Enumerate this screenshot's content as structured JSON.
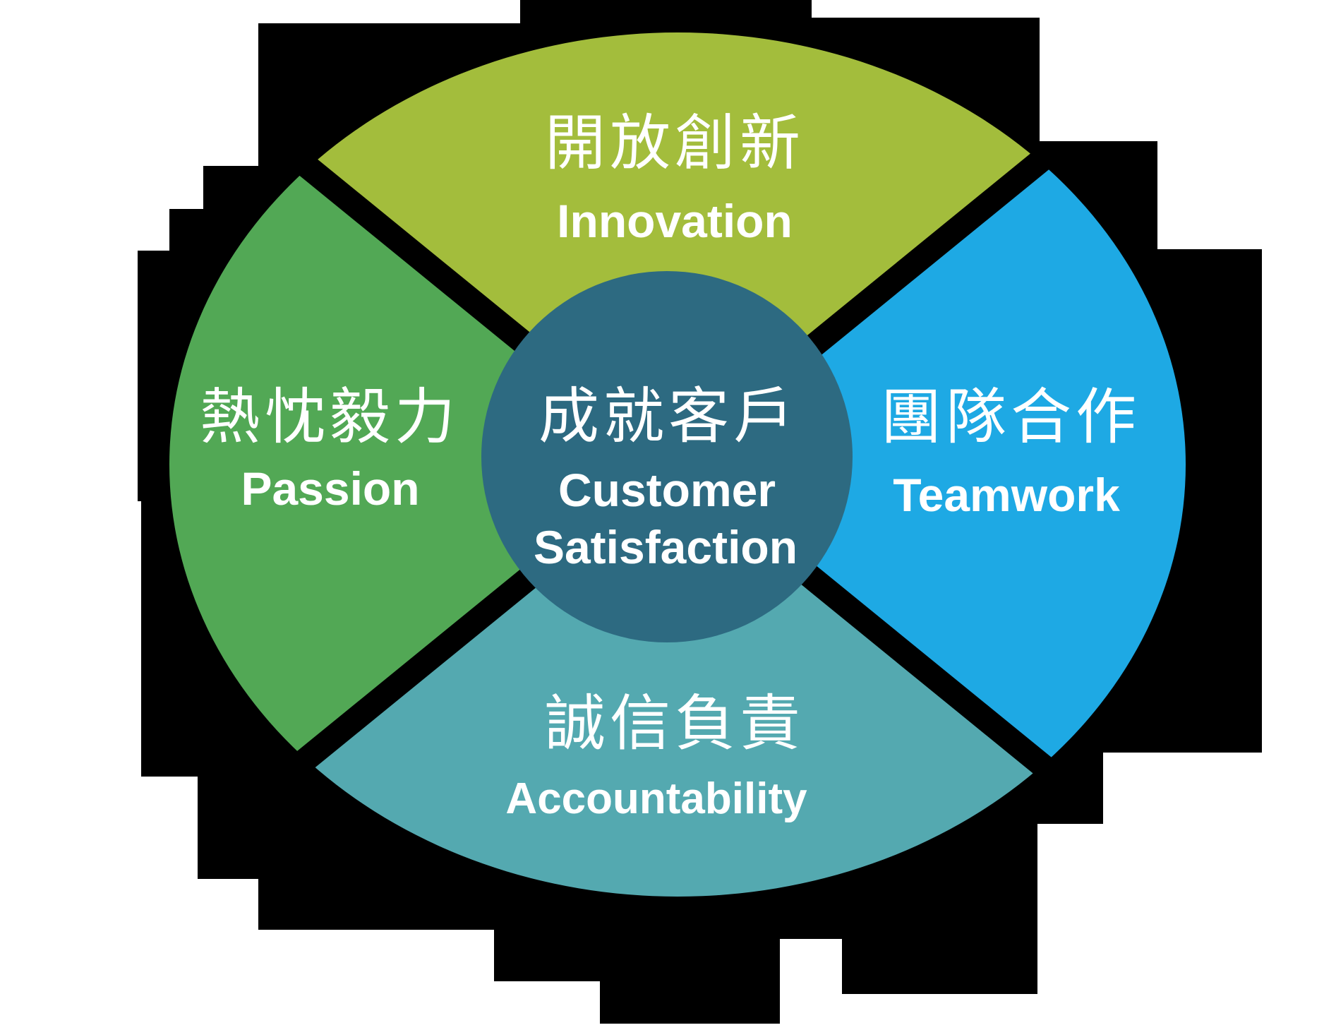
{
  "diagram": {
    "title_semantic": "core-values-wheel",
    "center": {
      "zh": "成就客戶",
      "en_line1": "Customer",
      "en_line2": "Satisfaction",
      "color": "#2d6a81"
    },
    "petals": {
      "top": {
        "zh": "開放創新",
        "en": "Innovation",
        "color": "#a3bd3c"
      },
      "right": {
        "zh": "團隊合作",
        "en": "Teamwork",
        "color": "#1ea9e4"
      },
      "bottom": {
        "zh": "誠信負責",
        "en": "Accountability",
        "color": "#54a9b0"
      },
      "left": {
        "zh": "熱忱毅力",
        "en": "Passion",
        "color": "#52a855"
      }
    },
    "colors": {
      "page_background": "#ffffff",
      "mask_background": "#000000",
      "text": "#ffffff"
    }
  }
}
